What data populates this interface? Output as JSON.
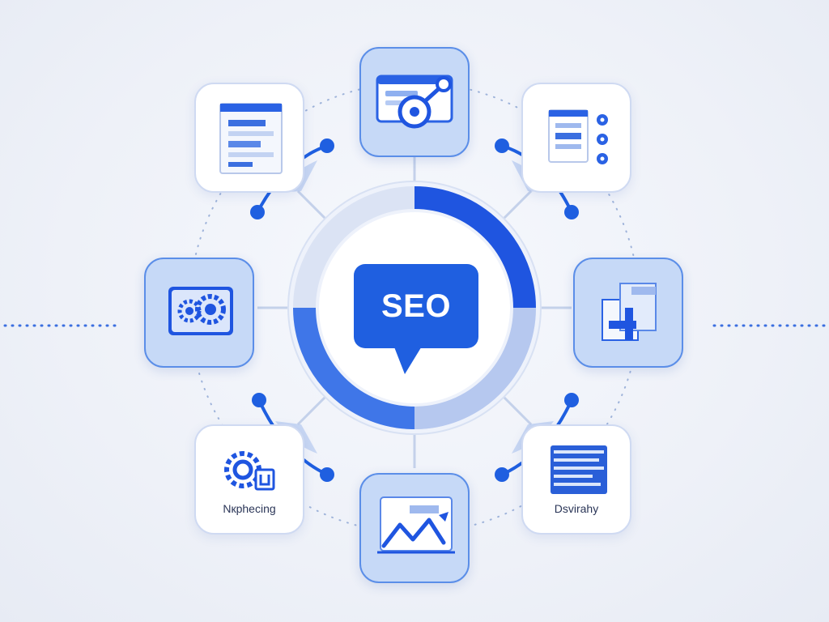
{
  "center": {
    "label": "SEO"
  },
  "tiles": {
    "keyword": {
      "label": "Nкphecing"
    },
    "desktop": {
      "label": "Dsvirahy"
    }
  },
  "colors": {
    "accent": "#1f5fe0",
    "accent_dark": "#1a4fd0",
    "tile_blue": "#c6d9f7",
    "tile_border": "#5b8ee8",
    "background": "#eef1f8"
  },
  "icons": {
    "top": "webpage-link-icon",
    "top_left": "browser-window-icon",
    "top_right": "list-settings-icon",
    "left": "gears-icon",
    "right": "blocks-chart-icon",
    "bottom_left": "gear-refresh-icon",
    "bottom": "trend-chart-icon",
    "bottom_right": "document-lines-icon"
  }
}
